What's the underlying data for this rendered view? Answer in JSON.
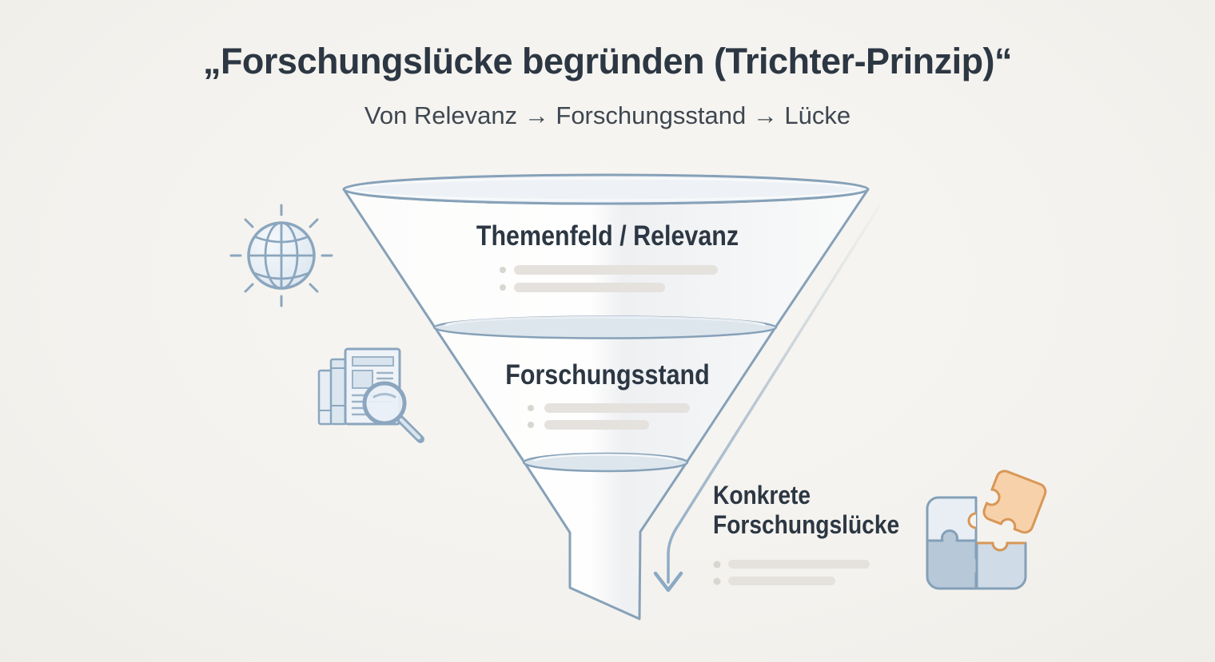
{
  "header": {
    "title": "„Forschungslücke begründen (Trichter-Prinzip)“",
    "subtitle": "Von Relevanz → Forschungsstand → Lücke"
  },
  "funnel": {
    "stages": [
      {
        "label": "Themenfeld / Relevanz",
        "placeholder_lines": 2
      },
      {
        "label": "Forschungsstand",
        "placeholder_lines": 2
      }
    ],
    "outcome": {
      "label": "Konkrete Forschungslücke",
      "placeholder_lines": 2
    }
  },
  "icons": [
    {
      "name": "globe-icon"
    },
    {
      "name": "literature-search-icon"
    },
    {
      "name": "puzzle-icon"
    }
  ],
  "colors": {
    "outline_blue": "#86a1b8",
    "rim_fill": "#dde6ed",
    "top_rim_fill": "#eef2f6",
    "funnel_body": "#fcfcfb",
    "arrow_blue": "#8aa9c4",
    "accent_orange": "#d89757",
    "orange_fill": "#f7d1a9",
    "text_dark": "#2c3743",
    "placeholder_bar": "#e5e2de",
    "background": "#f4f2ee"
  }
}
